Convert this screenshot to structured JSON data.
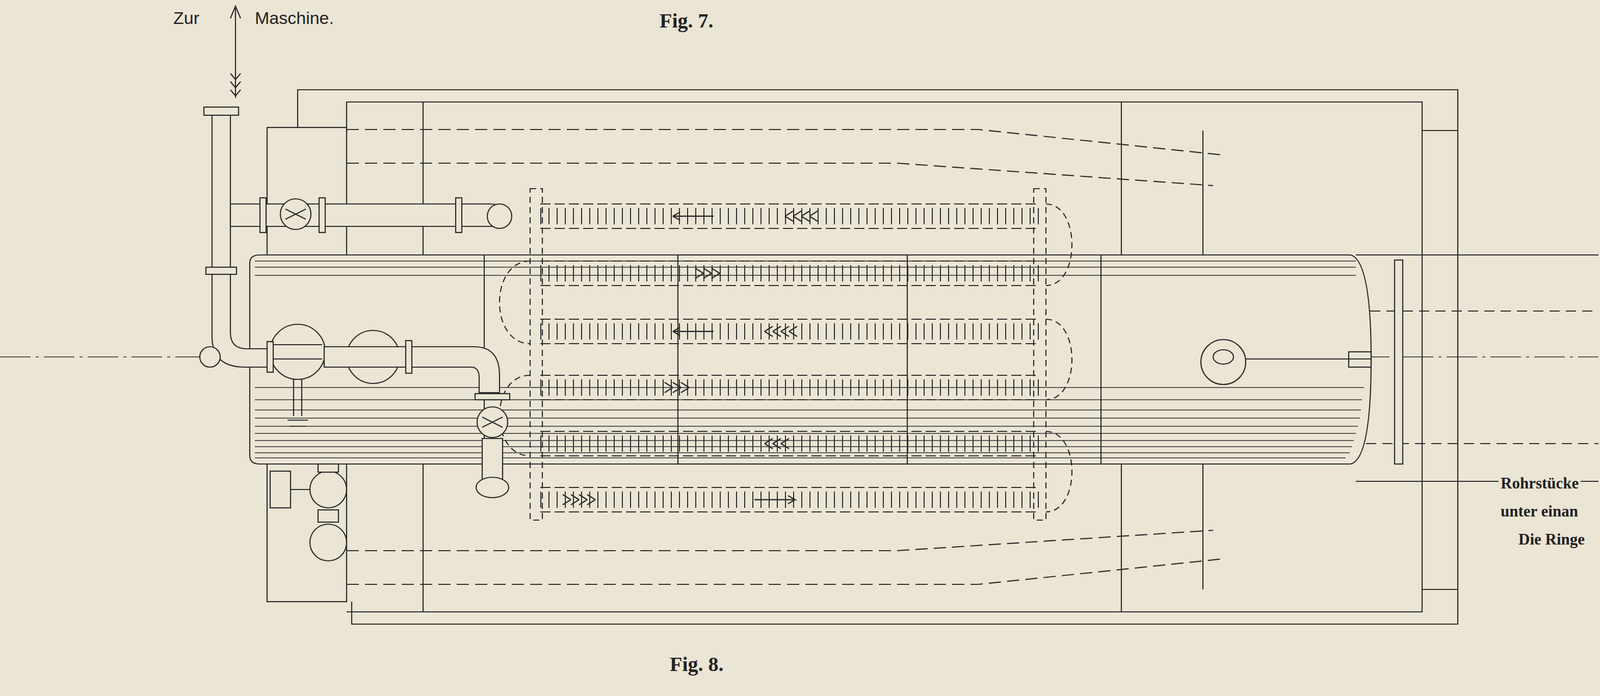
{
  "diagram": {
    "labels": [
      "Fig. 7.",
      "Zur",
      "Maschine.",
      "Fig. 8.",
      "Rohrstücke",
      "unter einan",
      "Die Ringe"
    ]
  }
}
